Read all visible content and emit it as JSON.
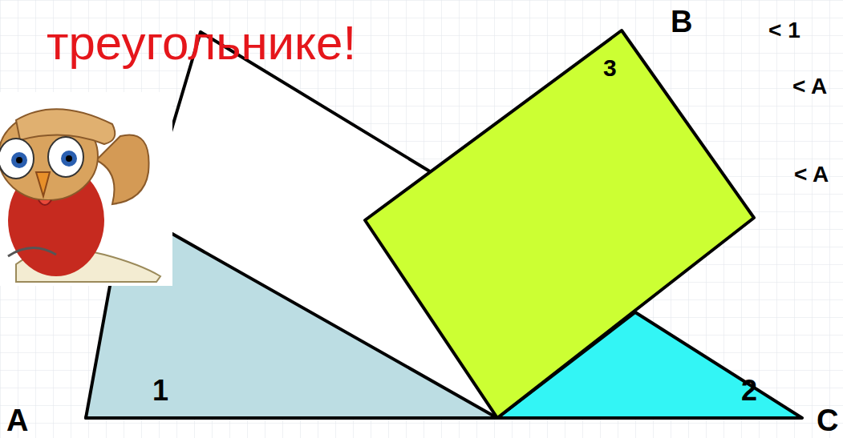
{
  "diagram": {
    "title": "треугольнике!",
    "labels": [
      "B",
      "< 1",
      "< A",
      "3",
      "< A",
      "1",
      "2",
      "A",
      "C"
    ]
  }
}
